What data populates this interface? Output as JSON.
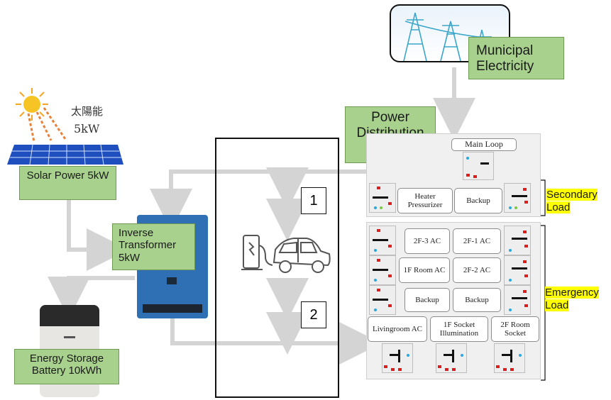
{
  "labels": {
    "municipal": "Municipal Electricity",
    "distribution_board": "Power Distribution Board",
    "solar_chinese": "太陽能",
    "solar_chinese_kw": "5kW",
    "solar_power": "Solar Power 5kW",
    "inverse_transformer": "Inverse Transformer 5kW",
    "battery": "Energy Storage Battery 10kWh",
    "secondary_load": "Secondary Load",
    "emergency_load": "Emergency Load",
    "marker_1": "1",
    "marker_2": "2"
  },
  "circuits": {
    "main_loop": "Main Loop",
    "heater": "Heater Pressurizer",
    "backup_secondary": "Backup",
    "c_2f3": "2F-3 AC",
    "c_2f1": "2F-1 AC",
    "c_1froom": "1F Room AC",
    "c_2f2": "2F-2 AC",
    "backup_e1": "Backup",
    "backup_e2": "Backup",
    "livingroom": "Livingroom AC",
    "socket_illum": "1F Socket Illumination",
    "room_socket": "2F Room Socket"
  },
  "colors": {
    "label_green": "#a9d18e",
    "highlight_yellow": "#ffff00",
    "arrow_gray": "#d4d4d4",
    "breaker_red": "#e01b1b"
  }
}
